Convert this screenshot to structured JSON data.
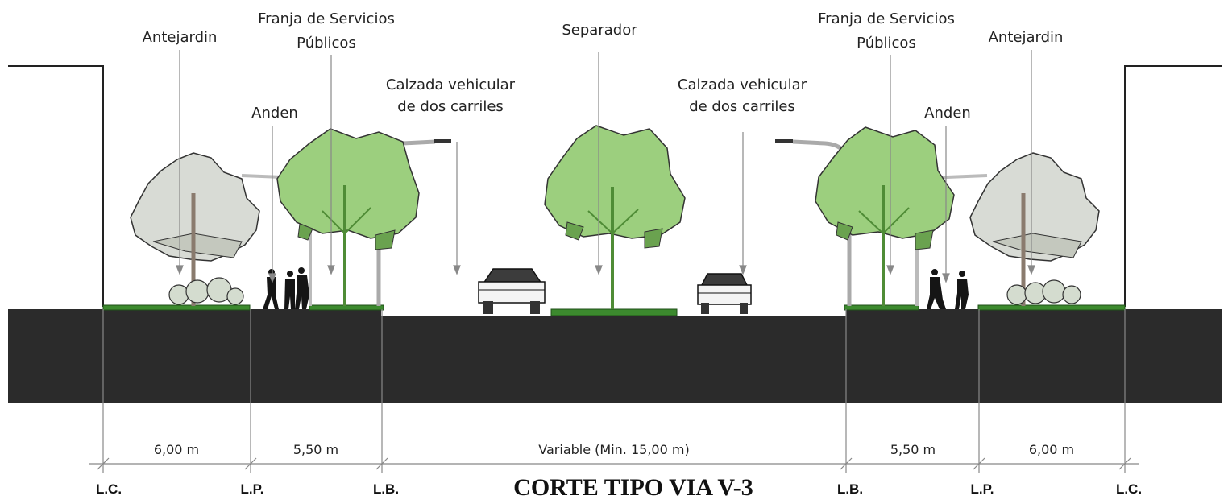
{
  "title": "CORTE TIPO VIA V-3",
  "labels": {
    "antejardin_left": "Antejardin",
    "franja_left_1": "Franja de Servicios",
    "franja_left_2": "Públicos",
    "anden_left": "Anden",
    "calzada_left_1": "Calzada vehicular",
    "calzada_left_2": "de dos carriles",
    "separador": "Separador",
    "calzada_right_1": "Calzada vehicular",
    "calzada_right_2": "de dos carriles",
    "franja_right_1": "Franja de Servicios",
    "franja_right_2": "Públicos",
    "anden_right": "Anden",
    "antejardin_right": "Antejardin"
  },
  "dimensions": {
    "left_antejardin": "6,00 m",
    "left_franja": "5,50 m",
    "center": "Variable (Min. 15,00 m)",
    "right_franja": "5,50 m",
    "right_antejardin": "6,00 m"
  },
  "edge_markers": {
    "lc_left": "L.C.",
    "lp_left": "L.P.",
    "lb_left": "L.B.",
    "lb_right": "L.B.",
    "lp_right": "L.P.",
    "lc_right": "L.C."
  },
  "colors": {
    "ground": "#2b2b2b",
    "grass": "#3c8a2e",
    "tree_green": "#9ccf7e",
    "tree_grey": "#d8dbd5"
  }
}
